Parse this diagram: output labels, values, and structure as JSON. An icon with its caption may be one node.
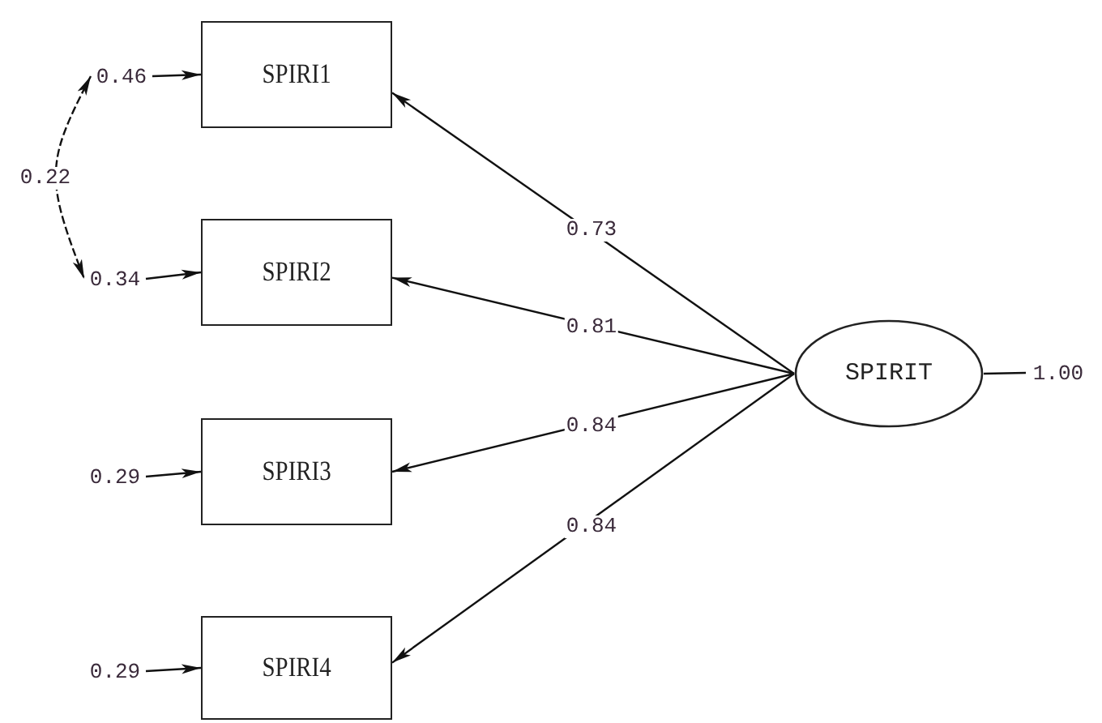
{
  "diagram": {
    "nodes": [
      {
        "text": [
          "SPIRI1"
        ]
      },
      {
        "text": [
          "SPIRI2"
        ]
      },
      {
        "text": [
          "SPIRI3"
        ]
      },
      {
        "text": [
          "SPIRI4"
        ]
      },
      {
        "text": [
          "SPIRIT"
        ]
      },
      {
        "text": [
          "0.46"
        ]
      },
      {
        "text": [
          "0.34"
        ]
      },
      {
        "text": [
          "0.29"
        ]
      },
      {
        "text": [
          "0.29"
        ]
      },
      {
        "text": [
          "1.00"
        ]
      }
    ],
    "edges": [
      {
        "from": 4,
        "to": 0,
        "arrow": "to",
        "label": "0.73"
      },
      {
        "from": 4,
        "to": 1,
        "arrow": "to",
        "label": "0.81"
      },
      {
        "from": 4,
        "to": 2,
        "arrow": "to",
        "label": "0.84"
      },
      {
        "from": 4,
        "to": 3,
        "arrow": "to",
        "label": "0.84"
      },
      {
        "from": 5,
        "to": 0,
        "arrow": "to"
      },
      {
        "from": 6,
        "to": 1,
        "arrow": "to"
      },
      {
        "from": 7,
        "to": 2,
        "arrow": "to"
      },
      {
        "from": 8,
        "to": 3,
        "arrow": "to"
      },
      {
        "from": 5,
        "to": 6,
        "arrow": "both",
        "style": "dashed",
        "label": "0.22"
      },
      {
        "from": 4,
        "to": 9,
        "arrow": "none"
      }
    ]
  }
}
